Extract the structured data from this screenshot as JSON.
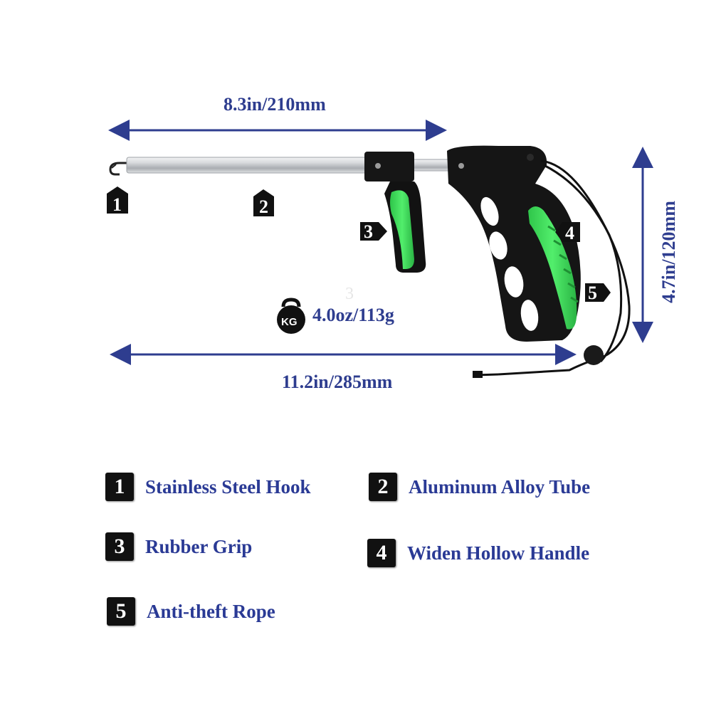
{
  "dimensions": {
    "tube_length": "8.3in/210mm",
    "total_length": "11.2in/285mm",
    "height": "4.7in/120mm",
    "weight": "4.0oz/113g",
    "weight_icon_text": "KG"
  },
  "callouts": [
    "1",
    "2",
    "3",
    "4",
    "5"
  ],
  "faint_mark": "3",
  "legend": [
    {
      "number": "1",
      "label": "Stainless Steel Hook"
    },
    {
      "number": "2",
      "label": "Aluminum Alloy Tube"
    },
    {
      "number": "3",
      "label": "Rubber Grip"
    },
    {
      "number": "4",
      "label": "Widen Hollow Handle"
    },
    {
      "number": "5",
      "label": "Anti-theft Rope"
    }
  ],
  "colors": {
    "dimension_blue": "#2e3d8f",
    "legend_blue": "#2a3a95",
    "grip_green": "#3ee05a",
    "handle_black": "#141414",
    "tube_silver": "#c9ccd0"
  }
}
